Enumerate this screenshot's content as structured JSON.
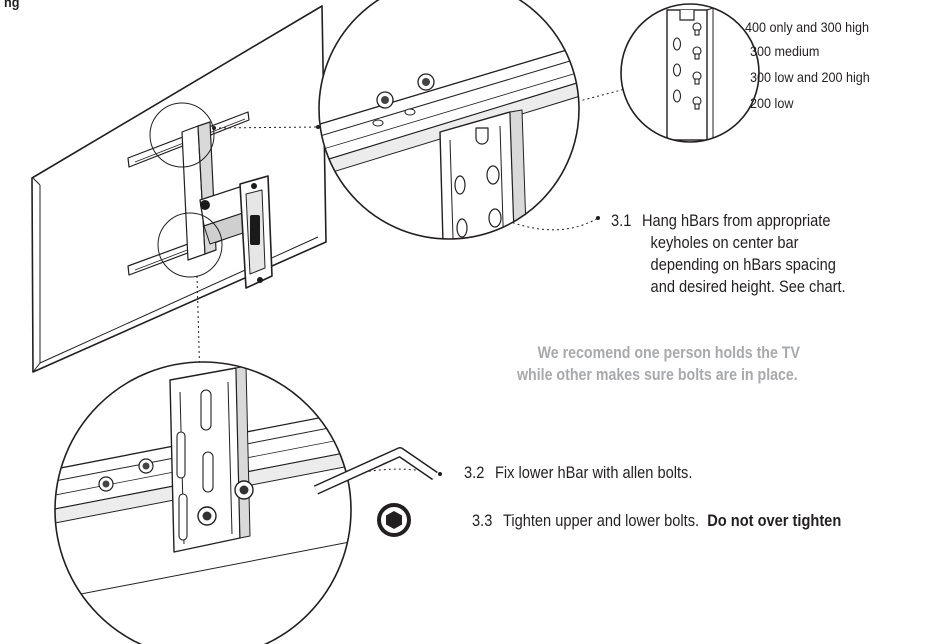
{
  "top_partial_label": "ng",
  "hole_chart": {
    "labels": [
      "400 only and 300 high",
      "300 medium",
      "300 low and 200 high",
      "200 low"
    ]
  },
  "steps": [
    {
      "number": "3.1",
      "lines": [
        "Hang hBars from appropriate",
        "keyholes on center bar",
        "depending on hBars spacing",
        "and desired height.  See  chart."
      ]
    },
    {
      "number": "3.2",
      "text": "Fix lower hBar with allen bolts."
    },
    {
      "number": "3.3",
      "text": "Tighten upper and lower bolts.",
      "emphasis": "Do not over tighten"
    }
  ],
  "note": {
    "lines": [
      "We recomend one person holds the TV",
      "while other makes sure bolts are in place."
    ],
    "color": "#a7a9ac"
  }
}
